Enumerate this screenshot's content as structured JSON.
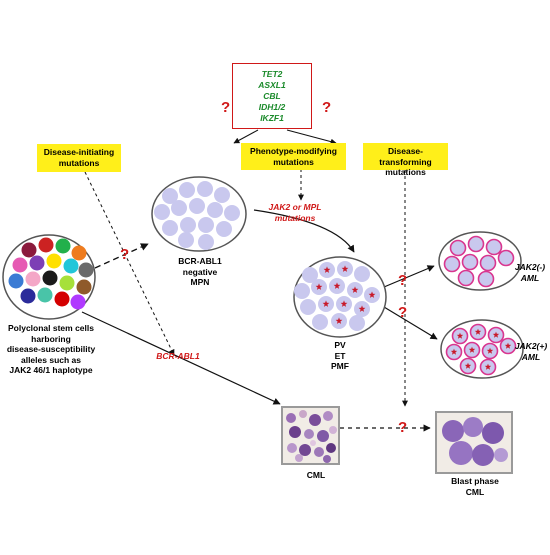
{
  "genes_box": {
    "genes": [
      "TET2",
      "ASXL1",
      "CBL",
      "IDH1/2",
      "IKZF1"
    ]
  },
  "labels": {
    "disease_initiating": "Disease-initiating mutations",
    "phenotype_modifying": "Phenotype-modifying mutations",
    "disease_transforming": "Disease-transforming mutations",
    "jak2_mpl": "JAK2 or MPL mutations",
    "bcr_abl1_red": "BCR-ABL1",
    "bcr_abl1_negative_1": "BCR-ABL1",
    "bcr_abl1_negative_2": "negative",
    "bcr_abl1_negative_3": "MPN",
    "polyclonal_1": "Polyclonal stem cells",
    "polyclonal_2": "harboring",
    "polyclonal_3": "disease-susceptibility",
    "polyclonal_4": "alleles such as",
    "polyclonal_5_gene": "JAK2",
    "polyclonal_5_rest": " 46/1 haplotype",
    "mpn_1": "PV",
    "mpn_2": "ET",
    "mpn_3": "PMF",
    "jak2_neg_1": "JAK2(-)",
    "jak2_neg_2": "AML",
    "jak2_pos_1": "JAK2(+)",
    "jak2_pos_2": "AML",
    "cml": "CML",
    "blast_1": "Blast phase",
    "blast_2": "CML"
  },
  "question_mark": "?",
  "colors": {
    "arrow": "#111111",
    "question": "#d01818",
    "label_box": "#ffef1a",
    "gene_text": "#1a8a2a",
    "cell_fill": "#c9c8ee",
    "aml_cell_border": "#d9368f",
    "star": "#c81a2a"
  },
  "stem_cell_colors": [
    "#8b1a3c",
    "#cc2222",
    "#22b04b",
    "#ee7c1f",
    "#e65ab3",
    "#7d3fb5",
    "#ffe000",
    "#22c6d9",
    "#6a6a6a",
    "#3b7bd4",
    "#f4a7c7",
    "#1a1a1a",
    "#a6e03a",
    "#8f5a2a",
    "#2b2b9a",
    "#49c4a8",
    "#d40000",
    "#b03aff"
  ]
}
